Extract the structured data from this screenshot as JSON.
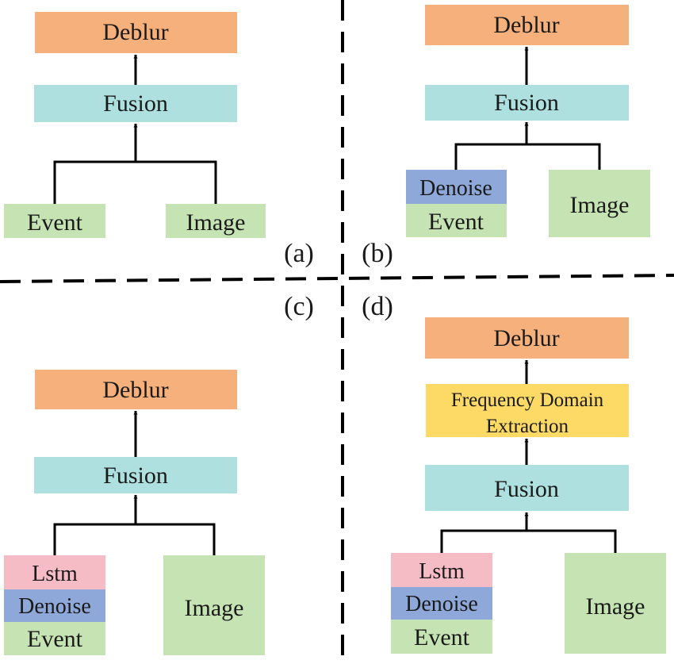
{
  "colors": {
    "deblur": "#f5b07c",
    "fusion": "#aee0df",
    "event": "#c6e3b4",
    "image": "#c6e3b4",
    "denoise": "#8fa8da",
    "lstm": "#f6bcc6",
    "frequency": "#fdd966",
    "line": "#000000"
  },
  "panels": {
    "a": {
      "label": "(a)",
      "deblur": "Deblur",
      "fusion": "Fusion",
      "event": "Event",
      "image": "Image"
    },
    "b": {
      "label": "(b)",
      "deblur": "Deblur",
      "fusion": "Fusion",
      "denoise": "Denoise",
      "event": "Event",
      "image": "Image"
    },
    "c": {
      "label": "(c)",
      "deblur": "Deblur",
      "fusion": "Fusion",
      "lstm": "Lstm",
      "denoise": "Denoise",
      "event": "Event",
      "image": "Image"
    },
    "d": {
      "label": "(d)",
      "deblur": "Deblur",
      "frequency_line1": "Frequency Domain",
      "frequency_line2": "Extraction",
      "fusion": "Fusion",
      "lstm": "Lstm",
      "denoise": "Denoise",
      "event": "Event",
      "image": "Image"
    }
  }
}
